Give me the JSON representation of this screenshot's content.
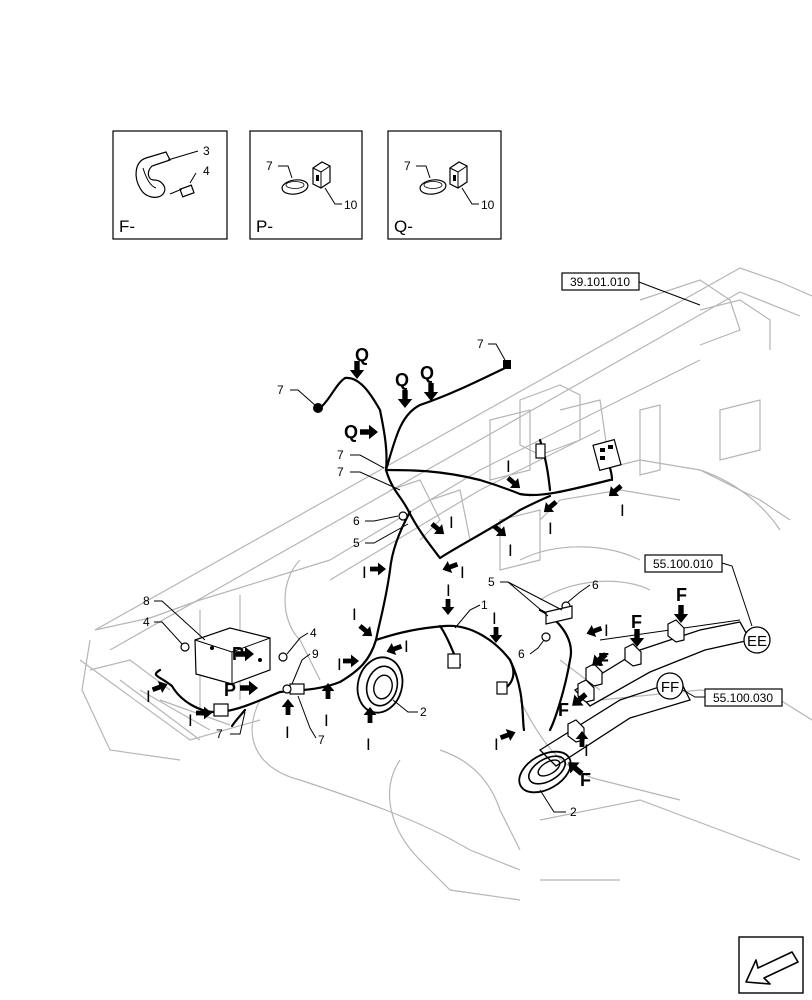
{
  "insets": {
    "f": {
      "letter": "F-",
      "callouts": [
        "3",
        "4"
      ]
    },
    "p": {
      "letter": "P-",
      "callouts": [
        "7",
        "10"
      ]
    },
    "q": {
      "letter": "Q-",
      "callouts": [
        "7",
        "10"
      ]
    }
  },
  "references": {
    "frame": "39.101.010",
    "ee_ref": "55.100.010",
    "ff_ref": "55.100.030"
  },
  "connectors": {
    "ee": "EE",
    "ff": "FF"
  },
  "view_letters": {
    "q": "Q",
    "p": "P",
    "f": "F",
    "i": "I"
  },
  "callouts": [
    "1",
    "2",
    "3",
    "4",
    "5",
    "6",
    "7",
    "8",
    "9",
    "10"
  ],
  "icons": {
    "corner": "view-direction-arrow-icon"
  },
  "colors": {
    "line": "#000000",
    "ghost": "#b5b5b5",
    "background": "#ffffff"
  }
}
